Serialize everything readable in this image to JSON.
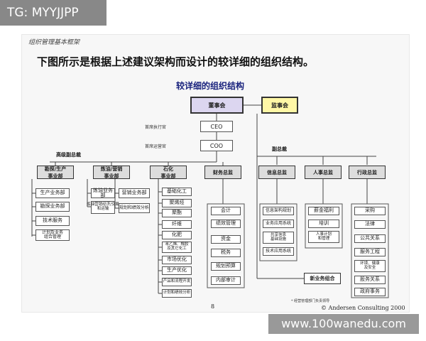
{
  "tag": "TG: MYYJJPP",
  "subheader": "组织管理基本框架",
  "headline": "下图所示是根据上述建议架构而设计的较详细的组织结构。",
  "chart_title": "较详细的组织结构",
  "board": "董事会",
  "supervisory": "监事会",
  "ceo": {
    "label": "首席执行官",
    "box": "CEO"
  },
  "coo": {
    "label": "首席运营官",
    "box": "COO"
  },
  "senior_vp_label": "高级副总裁",
  "vp_label": "副总裁",
  "divisions": [
    {
      "title": "勘探/生产\n事业部",
      "subs": [
        "生产业务部",
        "勘探业务部",
        "技术服务",
        "计划及业务\n组合管理"
      ]
    },
    {
      "title": "炼油/营销\n事业部",
      "subs": [
        "炼油业务部",
        "炼油营销经济/交易\n和运输"
      ]
    },
    {
      "title": "",
      "subs": [
        "营销业务部",
        "规划和绩效分析"
      ]
    },
    {
      "title": "石化\n事业部",
      "subs": [
        "基础化工",
        "聚烯烃",
        "聚酯",
        "纤维",
        "化肥",
        "苯乙烯、橡胶\n及其它化工",
        "市场优化",
        "生产优化",
        "产品和流程开发",
        "计划和绩效分析"
      ]
    },
    {
      "title": "财务总监",
      "subs": [
        "会计",
        "绩效管理",
        "资金",
        "税务",
        "规划预算",
        "内部审计"
      ]
    },
    {
      "title": "信息总监",
      "subs": [
        "信息架构规划",
        "业务应用系统",
        "共享信息\n基础设施",
        "技术应用系统"
      ]
    },
    {
      "title": "人事总监",
      "subs": [
        "薪金福利",
        "培训",
        "人事计划\n和管理"
      ]
    },
    {
      "title": "行政总监",
      "subs": [
        "采购",
        "法律",
        "公共关系",
        "服务工程",
        "环境、健康\n及安全",
        "股务关系",
        "政府事务"
      ]
    }
  ],
  "new_business": "新业务组合",
  "page_number": "8",
  "copyright": "© Andersen Consulting 2000",
  "footnote": "* 经营管理部门负责领导",
  "watermark": "www.100wanedu.com"
}
